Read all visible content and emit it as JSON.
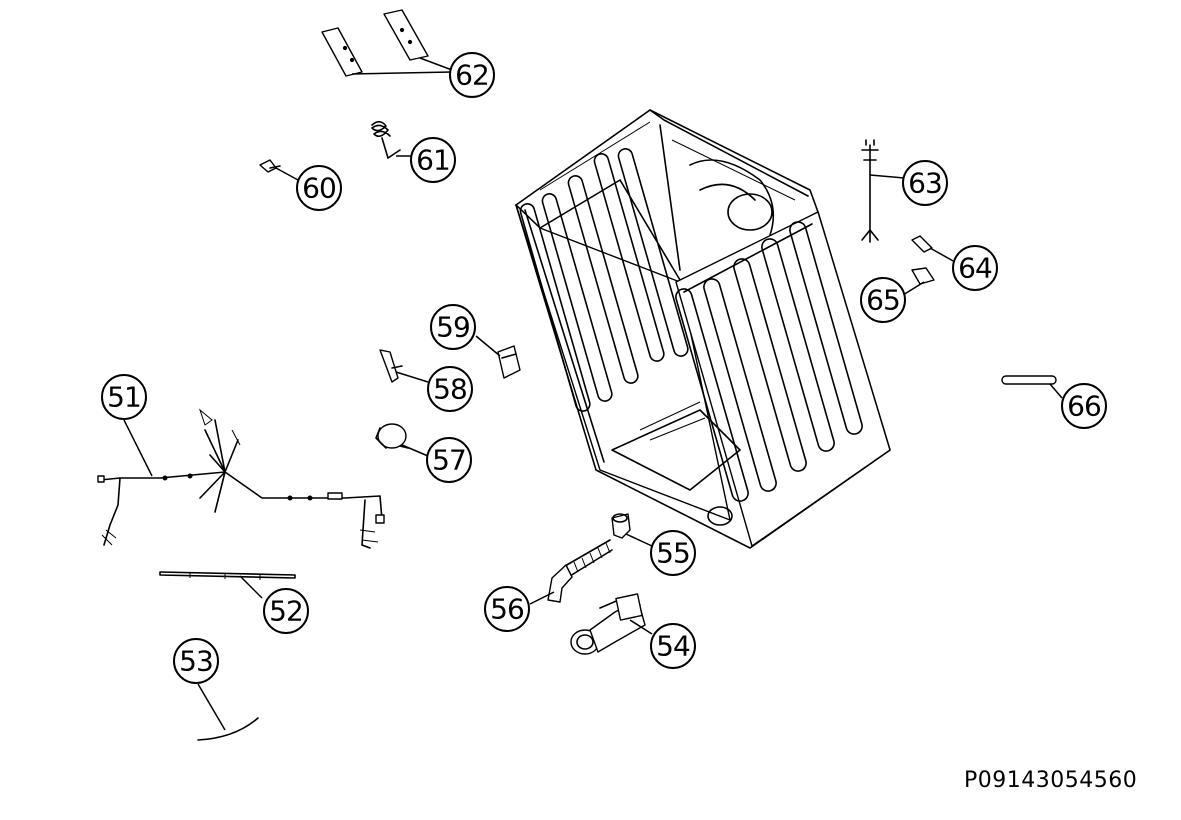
{
  "diagram": {
    "document_code": "P09143054560",
    "callouts": [
      "51",
      "52",
      "53",
      "54",
      "55",
      "56",
      "57",
      "58",
      "59",
      "60",
      "61",
      "62",
      "63",
      "64",
      "65",
      "66"
    ]
  }
}
